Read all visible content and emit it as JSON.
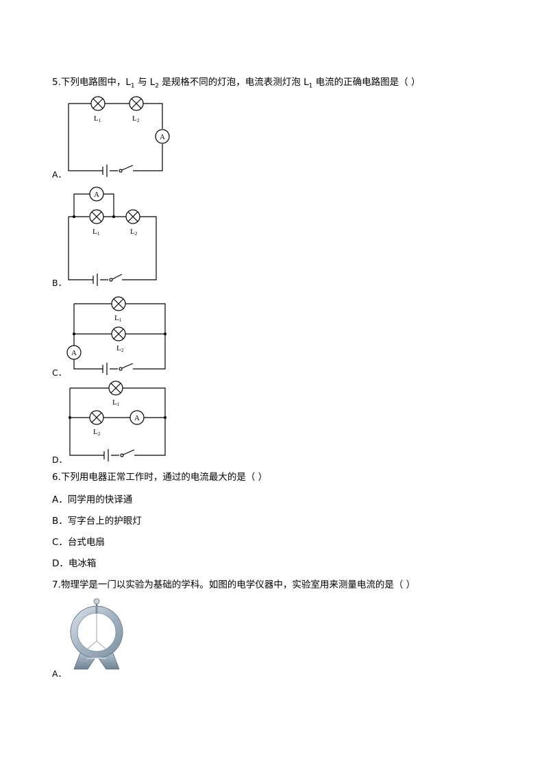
{
  "q5": {
    "p1": "5.下列电路图中，",
    "L1": "L",
    "s1": "1",
    "p2": " 与 ",
    "L2": "L",
    "s2": "2",
    "p3": " 是规格不同的灯泡，电流表测灯泡 ",
    "L3": "L",
    "s3": "1",
    "p4": " 电流的正确电路图是（ ）",
    "options": [
      "A．",
      "B．",
      "C．",
      "D．"
    ]
  },
  "circuit_labels": {
    "L": "L",
    "one": "1",
    "two": "2",
    "A": "A"
  },
  "q6": {
    "question": "6.下列用电器正常工作时，通过的电流最大的是（ ）",
    "options": [
      "A．同学用的快译通",
      "B．写字台上的护眼灯",
      "C．台式电扇",
      "D．电冰箱"
    ]
  },
  "q7": {
    "question": "7.物理学是一门以实验为基础的学科。如图的电学仪器中，实验室用来测量电流的是（ ）",
    "options": [
      "A．"
    ]
  }
}
